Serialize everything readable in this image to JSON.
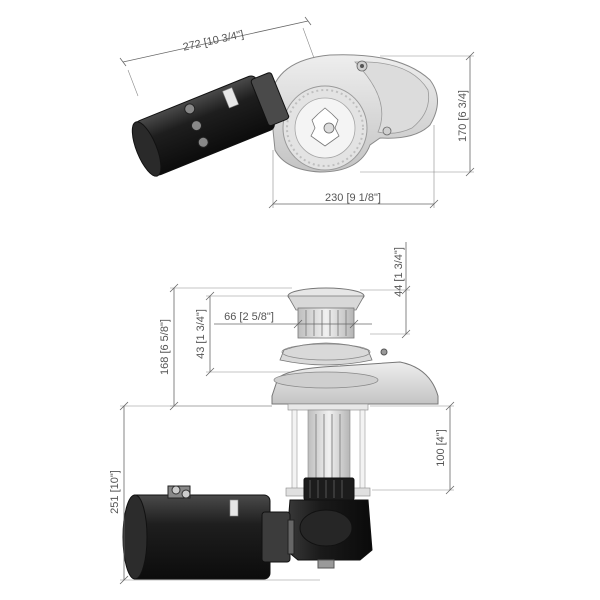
{
  "drawing": {
    "top_view": {
      "dim_length": "272 [10 3/4\"]",
      "dim_height": "170 [6 3/4]",
      "dim_width": "230 [9 1/8\"]"
    },
    "side_view": {
      "dim_top_cap": "44 [1 3/4\"]",
      "dim_drum_dia": "66 [2 5/8\"]",
      "dim_above_deck_small": "43 [1 3/4\"]",
      "dim_above_deck": "168 [6 5/8\"]",
      "dim_shaft": "100 [4\"]",
      "dim_below_deck": "251 [10\"]"
    },
    "colors": {
      "motor": "#1e1e1e",
      "casting": "#d9d9d9",
      "line": "#666666",
      "text": "#555555"
    }
  }
}
